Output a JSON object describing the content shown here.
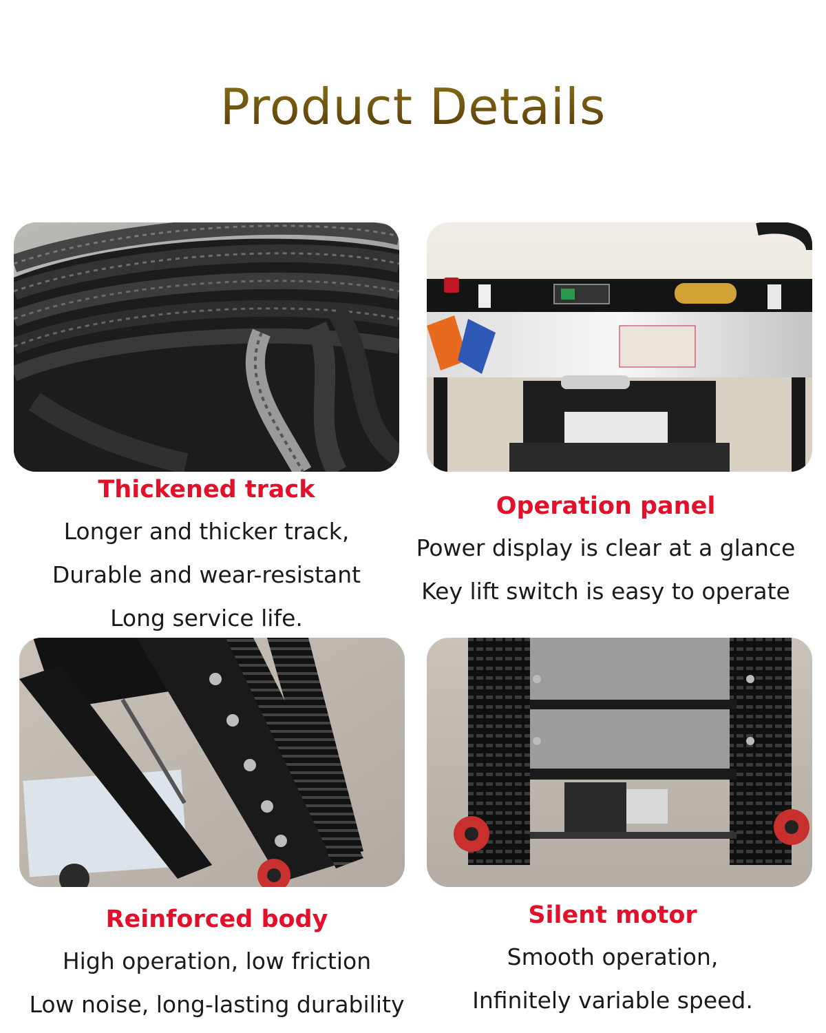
{
  "title": "Product Details",
  "panels": [
    {
      "heading": "Thickened track",
      "lines": [
        "Longer and thicker track,",
        "Durable and wear-resistant",
        "Long service life."
      ],
      "photo_icon": "rubber-track-coil-photo"
    },
    {
      "heading": "Operation panel",
      "lines": [
        "Power display is clear at a glance",
        "Key lift switch is easy to operate"
      ],
      "photo_icon": "control-panel-photo"
    },
    {
      "heading": "Reinforced body",
      "lines": [
        "High operation, low friction",
        "Low noise, long-lasting durability"
      ],
      "photo_icon": "frame-track-photo"
    },
    {
      "heading": "Silent motor",
      "lines": [
        "Smooth operation,",
        "Infinitely variable speed."
      ],
      "photo_icon": "motor-underside-photo"
    }
  ],
  "colors": {
    "title_gold": "#7a5f12",
    "heading_red": "#e3102b",
    "body_text": "#1a1a1a",
    "background": "#ffffff"
  }
}
